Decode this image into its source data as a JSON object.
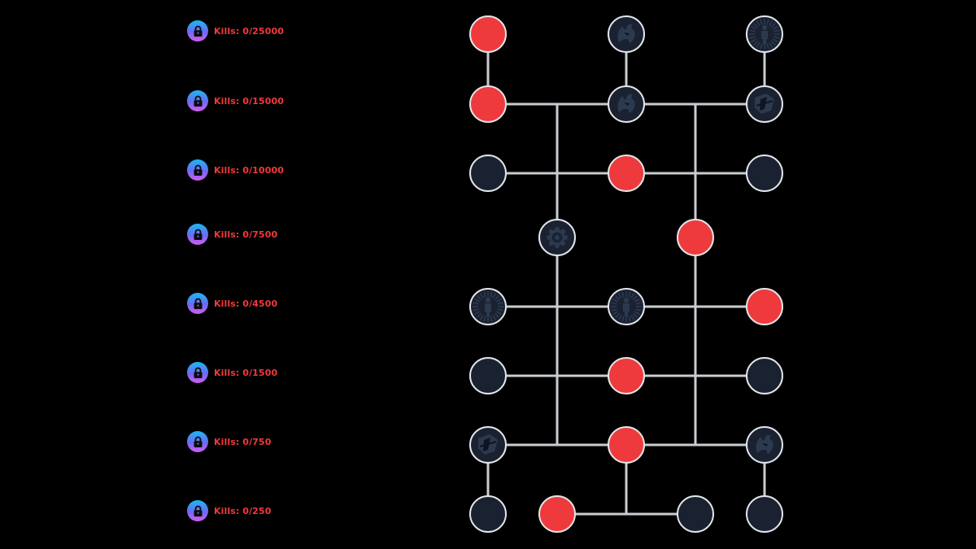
{
  "colors": {
    "background": "#000000",
    "node_active": "#ee3a3c",
    "node_inactive": "#1a2231",
    "node_ring": "#e3e6ea",
    "connector": "#c9ccd1",
    "kills_text": "#f2383b",
    "lock_gradient_top": "#19b9f5",
    "lock_gradient_bottom": "#d45cf0"
  },
  "tiers": [
    {
      "label": "Kills: 0/25000",
      "icon": "lock-icon"
    },
    {
      "label": "Kills: 0/15000",
      "icon": "lock-icon"
    },
    {
      "label": "Kills: 0/10000",
      "icon": "lock-icon"
    },
    {
      "label": "Kills: 0/7500",
      "icon": "lock-icon"
    },
    {
      "label": "Kills: 0/4500",
      "icon": "lock-icon"
    },
    {
      "label": "Kills: 0/1500",
      "icon": "lock-icon"
    },
    {
      "label": "Kills: 0/750",
      "icon": "lock-icon"
    },
    {
      "label": "Kills: 0/250",
      "icon": "lock-icon"
    }
  ],
  "nodes": [
    {
      "id": "t1-left",
      "tier": 1,
      "col": 0,
      "state": "active",
      "icon": "none"
    },
    {
      "id": "t1-mid",
      "tier": 1,
      "col": 2,
      "state": "inactive",
      "icon": "flame-head-icon"
    },
    {
      "id": "t1-right",
      "tier": 1,
      "col": 4,
      "state": "inactive",
      "icon": "radiant-figure-icon"
    },
    {
      "id": "t2-left",
      "tier": 2,
      "col": 0,
      "state": "active",
      "icon": "none"
    },
    {
      "id": "t2-mid",
      "tier": 2,
      "col": 2,
      "state": "inactive",
      "icon": "flame-head-icon"
    },
    {
      "id": "t2-right",
      "tier": 2,
      "col": 4,
      "state": "inactive",
      "icon": "shield-icon"
    },
    {
      "id": "t3-left",
      "tier": 3,
      "col": 0,
      "state": "inactive",
      "icon": "none"
    },
    {
      "id": "t3-mid",
      "tier": 3,
      "col": 2,
      "state": "active",
      "icon": "none"
    },
    {
      "id": "t3-right",
      "tier": 3,
      "col": 4,
      "state": "inactive",
      "icon": "none"
    },
    {
      "id": "t4-left",
      "tier": 4,
      "col": 1,
      "state": "inactive",
      "icon": "gear-icon"
    },
    {
      "id": "t4-right",
      "tier": 4,
      "col": 3,
      "state": "active",
      "icon": "none"
    },
    {
      "id": "t5-left",
      "tier": 5,
      "col": 0,
      "state": "inactive",
      "icon": "radiant-figure-icon"
    },
    {
      "id": "t5-mid",
      "tier": 5,
      "col": 2,
      "state": "inactive",
      "icon": "radiant-figure-icon"
    },
    {
      "id": "t5-right",
      "tier": 5,
      "col": 4,
      "state": "active",
      "icon": "none"
    },
    {
      "id": "t6-left",
      "tier": 6,
      "col": 0,
      "state": "inactive",
      "icon": "none"
    },
    {
      "id": "t6-mid",
      "tier": 6,
      "col": 2,
      "state": "active",
      "icon": "none"
    },
    {
      "id": "t6-right",
      "tier": 6,
      "col": 4,
      "state": "inactive",
      "icon": "none"
    },
    {
      "id": "t7-left",
      "tier": 7,
      "col": 0,
      "state": "inactive",
      "icon": "shield-icon"
    },
    {
      "id": "t7-mid",
      "tier": 7,
      "col": 2,
      "state": "active",
      "icon": "none"
    },
    {
      "id": "t7-right",
      "tier": 7,
      "col": 4,
      "state": "inactive",
      "icon": "flame-head-icon"
    },
    {
      "id": "t8-a",
      "tier": 8,
      "col": 0,
      "state": "inactive",
      "icon": "none"
    },
    {
      "id": "t8-b",
      "tier": 8,
      "col": 1,
      "state": "active",
      "icon": "none"
    },
    {
      "id": "t8-c",
      "tier": 8,
      "col": 3,
      "state": "inactive",
      "icon": "none"
    },
    {
      "id": "t8-d",
      "tier": 8,
      "col": 4,
      "state": "inactive",
      "icon": "none"
    }
  ]
}
